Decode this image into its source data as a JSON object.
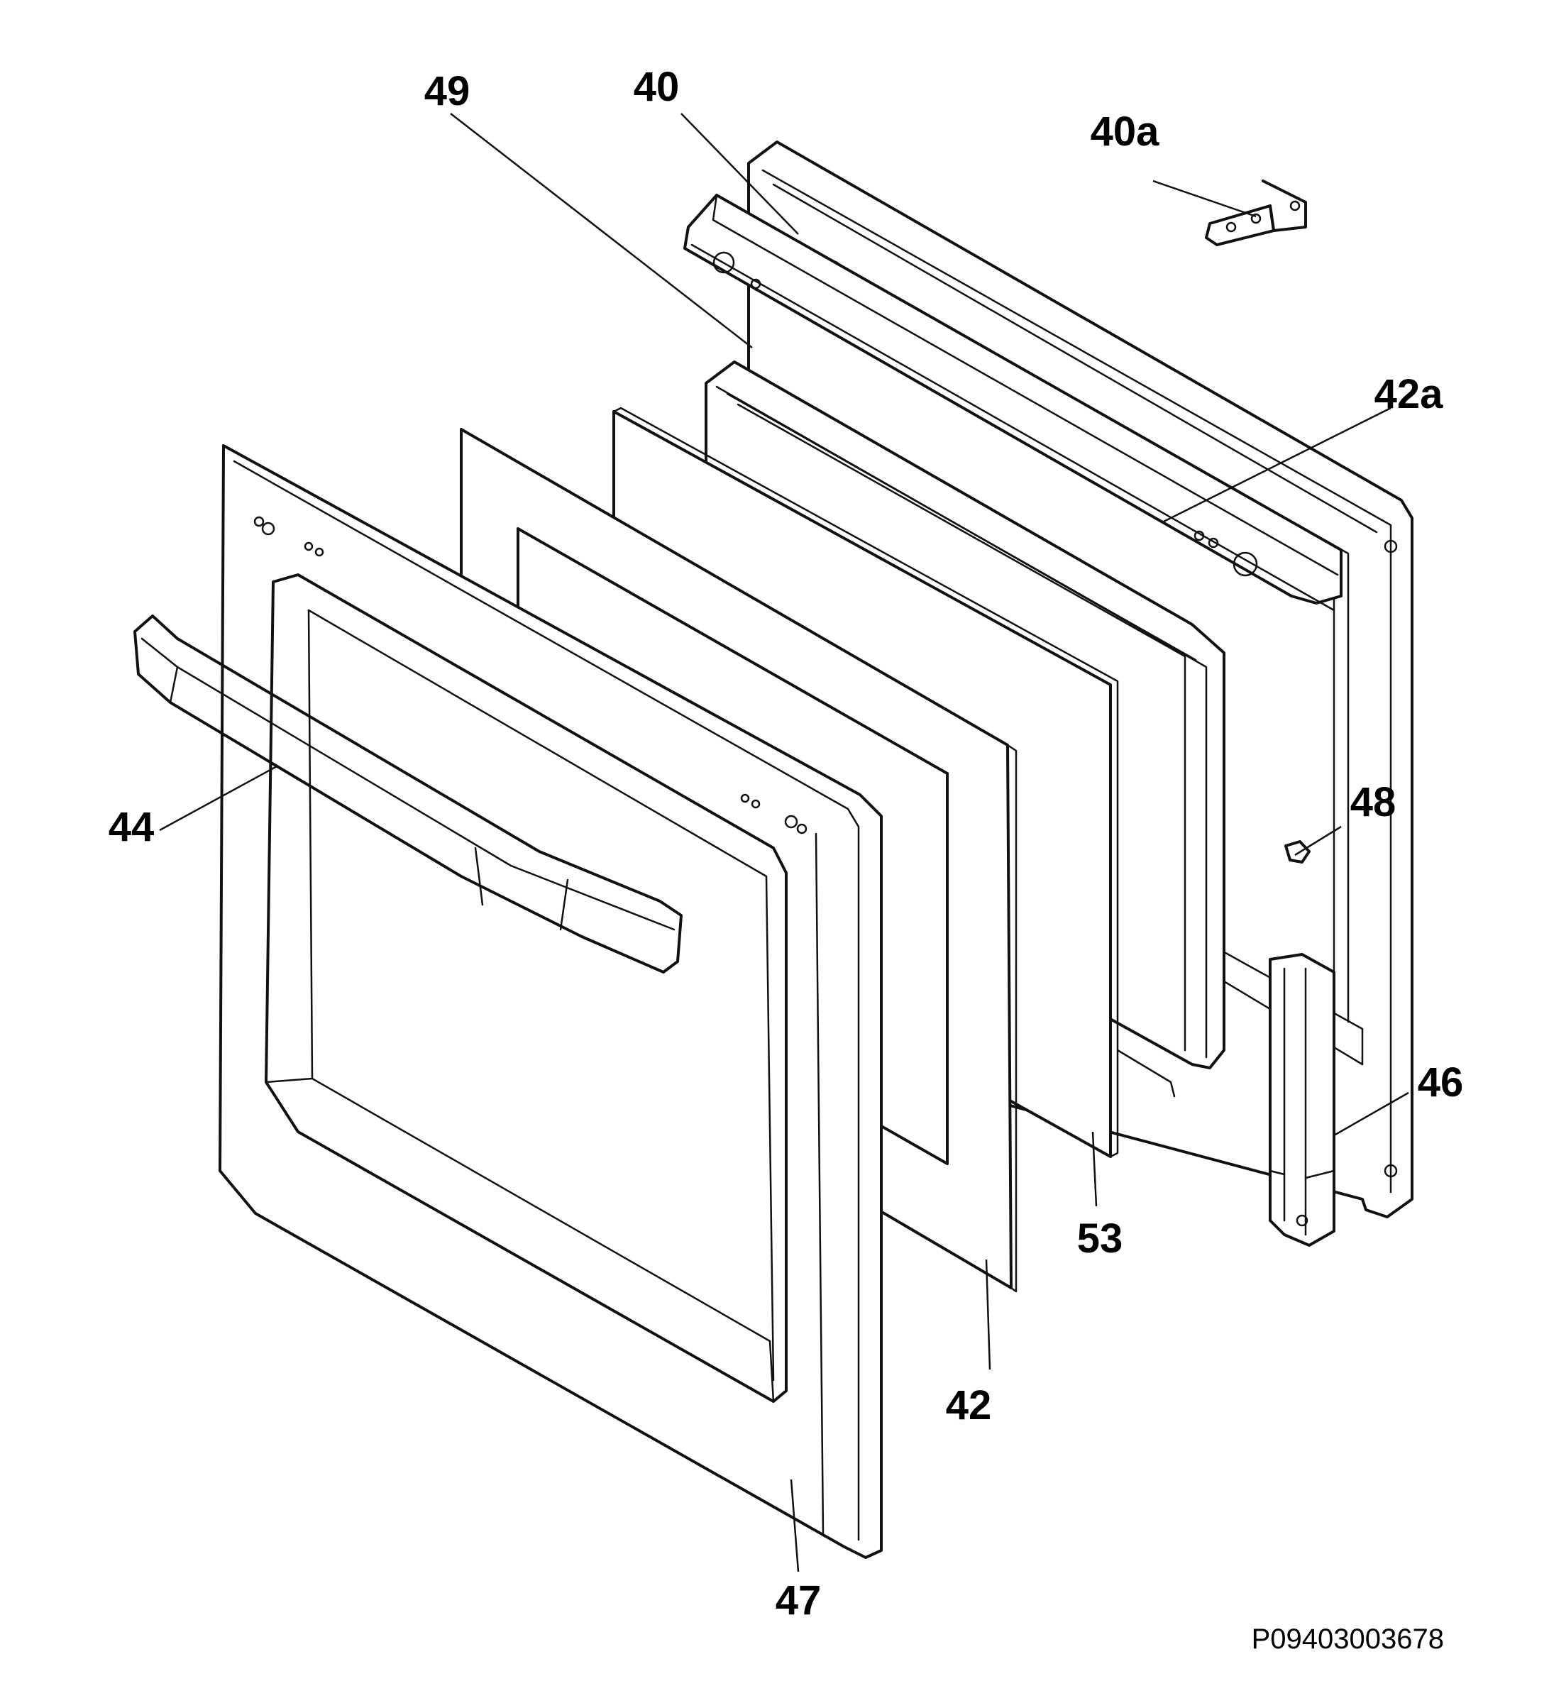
{
  "callouts": {
    "c49": "49",
    "c40": "40",
    "c40a": "40a",
    "c42a": "42a",
    "c44": "44",
    "c48": "48",
    "c46": "46",
    "c53": "53",
    "c42": "42",
    "c47": "47"
  },
  "reference_code": "P09403003678"
}
